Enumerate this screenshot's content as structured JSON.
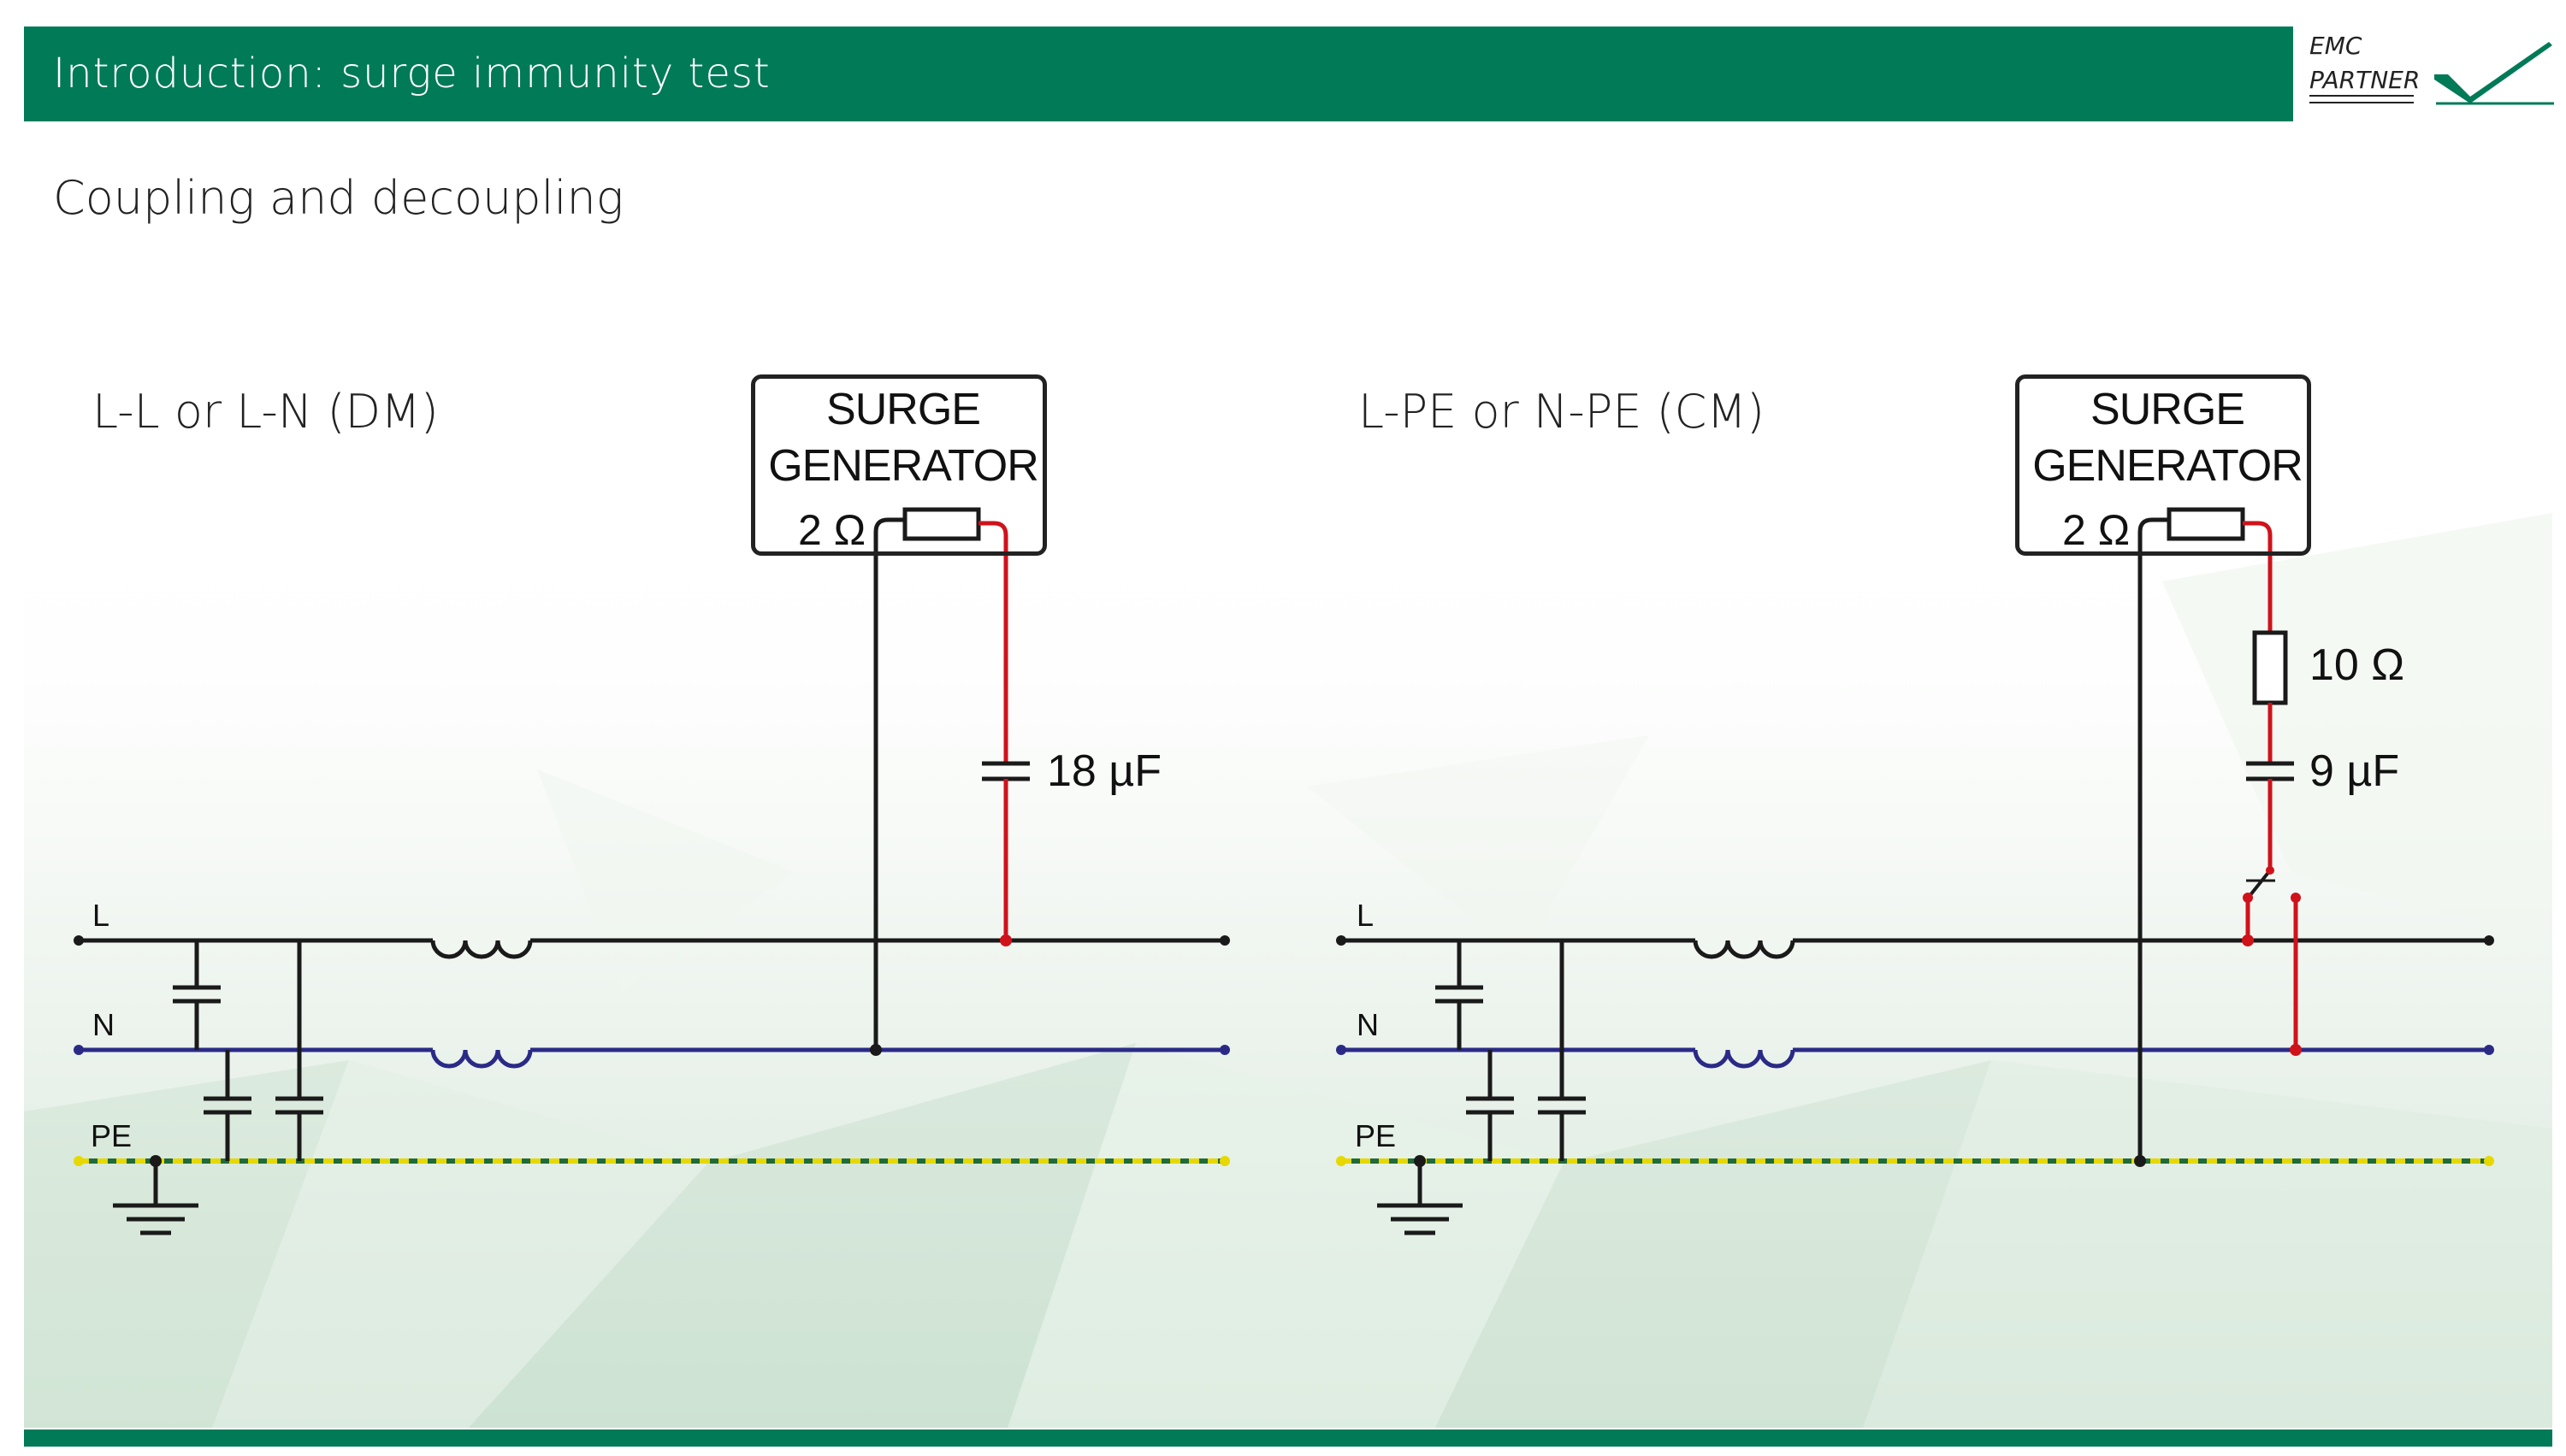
{
  "header": {
    "title": "Introduction: surge immunity test",
    "logo_line1": "EMC",
    "logo_line2": "PARTNER"
  },
  "subtitle": "Coupling and decoupling",
  "colors": {
    "brand_green": "#017a57",
    "wire_black": "#1a1a1a",
    "wire_red": "#d0121b",
    "neutral_blue": "#2a2a86",
    "pe_yellow": "#e6d800",
    "pe_green": "#1f6b3a"
  },
  "left_circuit": {
    "label": "L-L or L-N (DM)",
    "generator": {
      "line1": "SURGE",
      "line2": "GENERATOR",
      "resistor": "2 Ω"
    },
    "capacitor": "18 µF",
    "lines": {
      "l": "L",
      "n": "N",
      "pe": "PE"
    }
  },
  "right_circuit": {
    "label": "L-PE or N-PE (CM)",
    "generator": {
      "line1": "SURGE",
      "line2": "GENERATOR",
      "resistor": "2 Ω"
    },
    "resistor": "10 Ω",
    "capacitor": "9 µF",
    "lines": {
      "l": "L",
      "n": "N",
      "pe": "PE"
    }
  }
}
